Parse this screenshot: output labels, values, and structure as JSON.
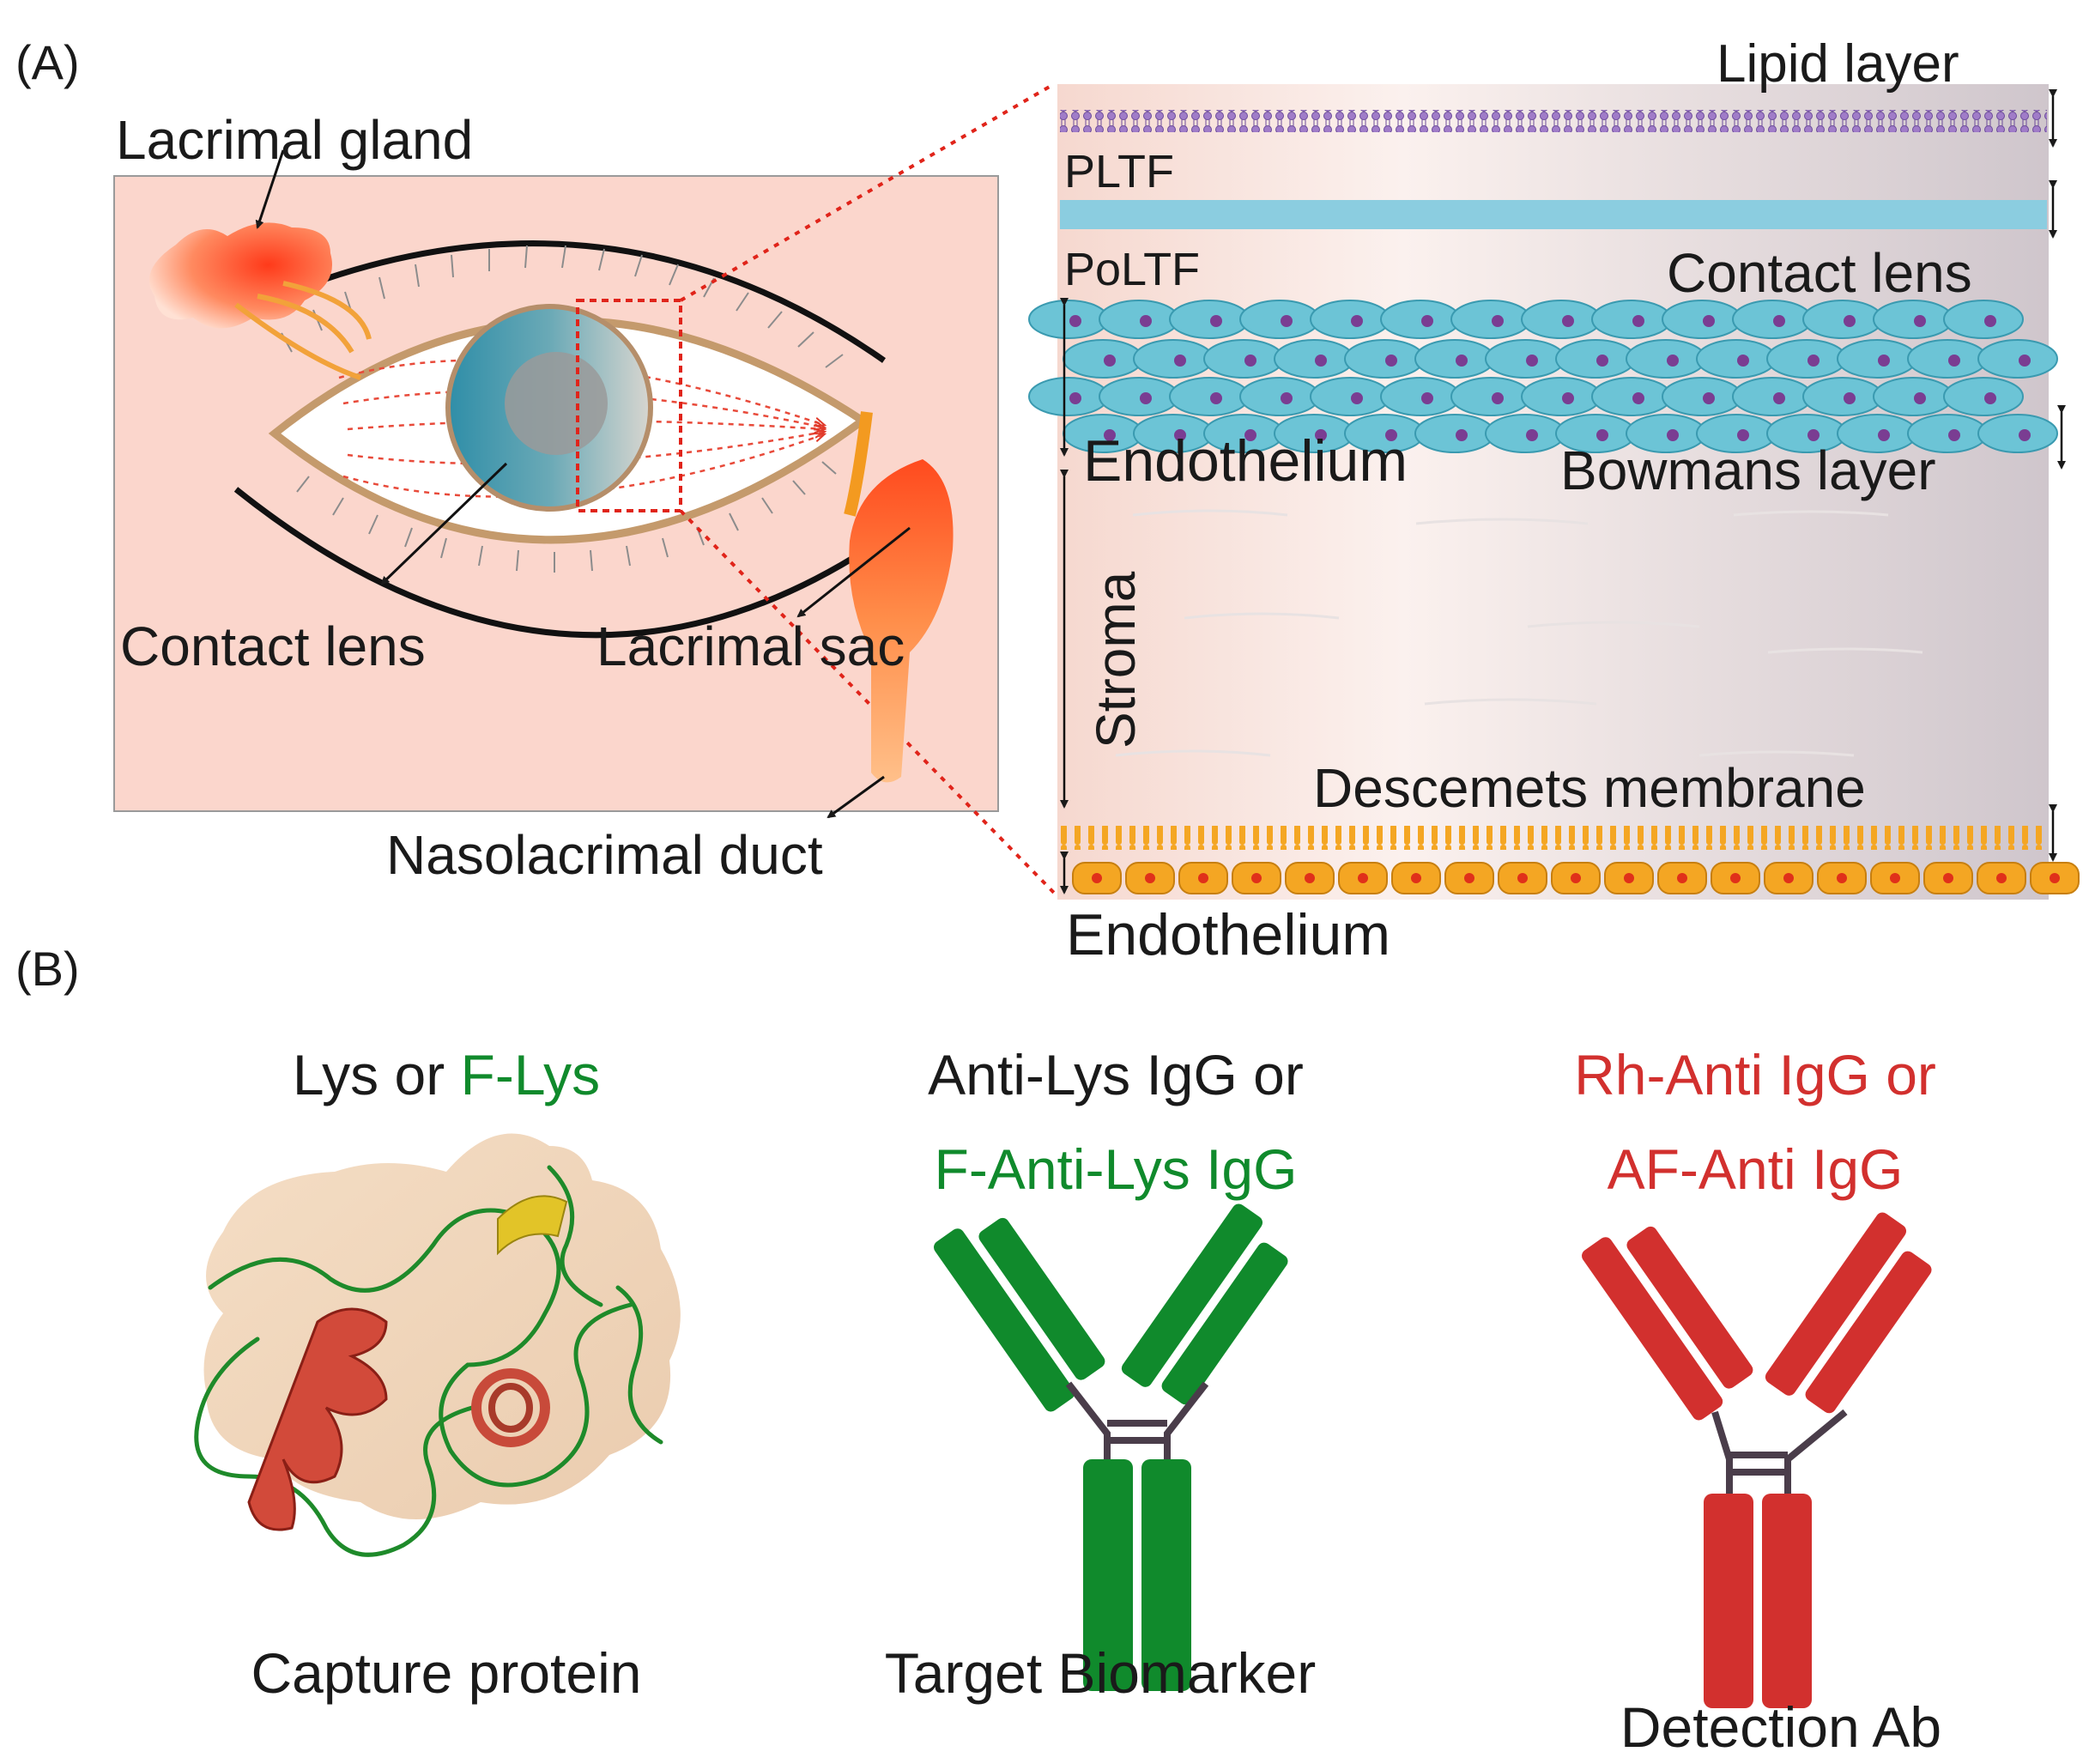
{
  "panel_a": {
    "tag": "(A)",
    "eye": {
      "lacrimal_gland": "Lacrimal gland",
      "contact_lens": "Contact lens",
      "lacrimal_sac": "Lacrimal sac",
      "nasolacrimal_duct": "Nasolacrimal duct"
    },
    "layers": {
      "lipid_layer": "Lipid layer",
      "pltf": "PLTF",
      "poltf": "PoLTF",
      "contact_lens": "Contact lens",
      "endothelium_top": "Endothelium",
      "bowmans_layer": "Bowmans layer",
      "stroma": "Stroma",
      "descemets_membrane": "Descemets membrane",
      "endothelium_bottom": "Endothelium"
    }
  },
  "panel_b": {
    "tag": "(B)",
    "capture": {
      "title_a": "Lys or ",
      "title_b": "F-Lys",
      "caption": "Capture protein"
    },
    "target": {
      "line1": "Anti-Lys IgG or",
      "line2": "F-Anti-Lys IgG",
      "caption": "Target Biomarker"
    },
    "detection": {
      "line1": "Rh-Anti IgG or",
      "line2": "AF-Anti IgG",
      "caption": "Detection Ab"
    }
  },
  "colors": {
    "green": "#108a2c",
    "red": "#d2302e",
    "text": "#1a1a1a",
    "eye_bg": "#fbd6cc",
    "cornea": "#3f9db4",
    "epithelium": "#6cc4d6",
    "endothelium_cells": "#f4a623",
    "lens_band": "#8bcde0"
  }
}
